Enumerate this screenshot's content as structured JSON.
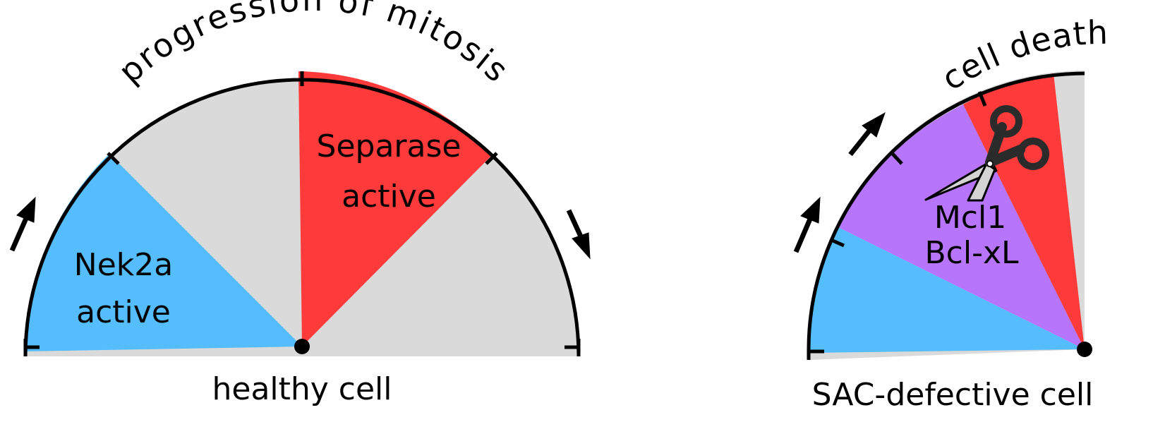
{
  "colors": {
    "grey": "#dadada",
    "blue": "#55bdfc",
    "red": "#fe3a3a",
    "purple": "#b775fb",
    "outline": "#000000"
  },
  "left_gauge": {
    "arc_title": "progression of mitosis",
    "caption": "healthy cell",
    "blue_label": [
      "Nek2a",
      "active"
    ],
    "red_label": [
      "Separase",
      "active"
    ]
  },
  "right_gauge": {
    "arc_title": "cell death",
    "caption": "SAC-defective cell",
    "purple_label": [
      "Mcl1",
      "Bcl-xL"
    ],
    "icon": "scissors-icon"
  }
}
